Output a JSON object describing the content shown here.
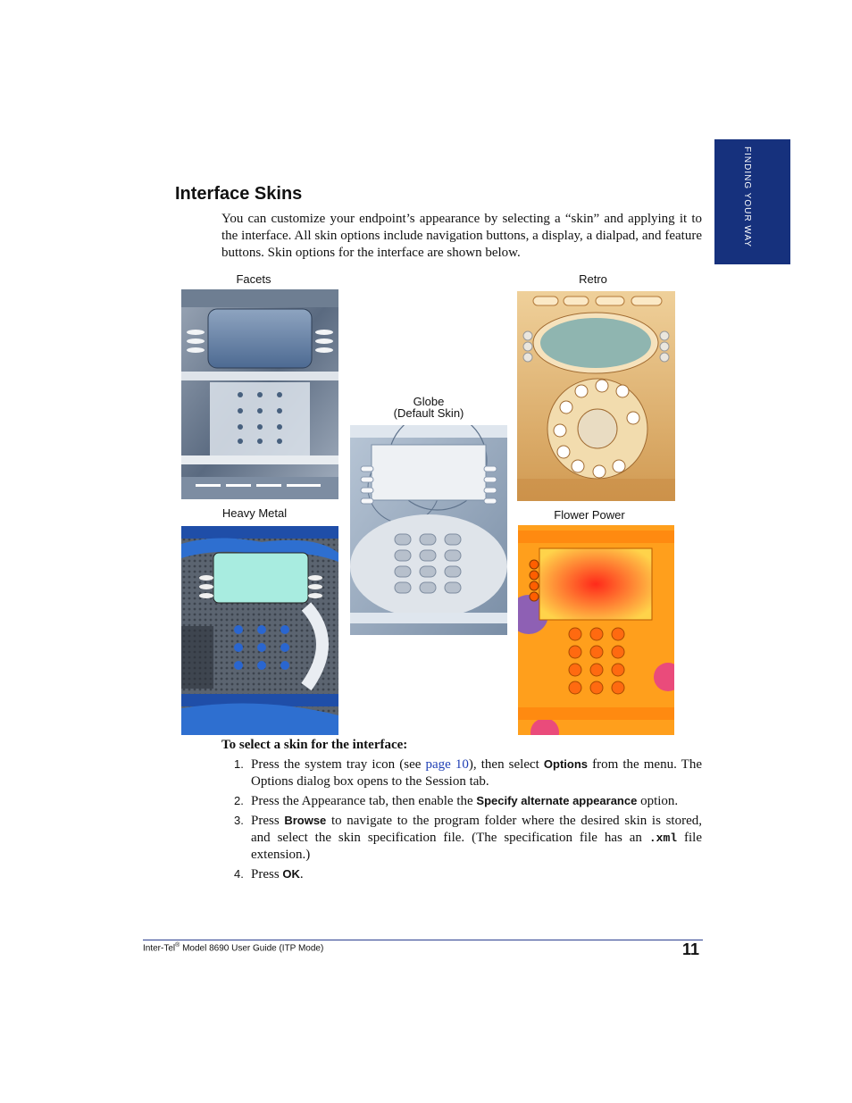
{
  "side_tab": "FINDING YOUR WAY",
  "heading": "Interface Skins",
  "intro": "You can customize your endpoint’s appearance by selecting a “skin” and applying it to the interface. All skin options include navigation buttons, a display, a dialpad, and feature buttons. Skin options for the interface are shown below.",
  "skins": {
    "facets": "Facets",
    "retro": "Retro",
    "globe_line1": "Globe",
    "globe_line2": "(Default Skin)",
    "heavy_metal": "Heavy Metal",
    "flower_power": "Flower Power"
  },
  "procedure_title": "To select a skin for the interface:",
  "steps": {
    "s1": {
      "num": "1.",
      "a": "Press the system tray icon (see ",
      "link": "page 10",
      "b": "), then select ",
      "bold": "Options",
      "c": " from the menu. The Options dialog box opens to the Session tab."
    },
    "s2": {
      "num": "2.",
      "a": "Press the Appearance tab, then enable the ",
      "bold": "Specify alternate appearance",
      "c": " option."
    },
    "s3": {
      "num": "3.",
      "a": "Press ",
      "bold": "Browse",
      "b": " to navigate to the program folder where the desired skin is stored, and select the skin specification file. (The specification file has an ",
      "code": ".xml",
      "c": " file extension.)"
    },
    "s4": {
      "num": "4.",
      "a": "Press ",
      "bold": "OK",
      "c": "."
    }
  },
  "footer": {
    "brand": "Inter-Tel",
    "reg": "®",
    "text": " Model 8690 User Guide (ITP Mode)",
    "page": "11"
  }
}
